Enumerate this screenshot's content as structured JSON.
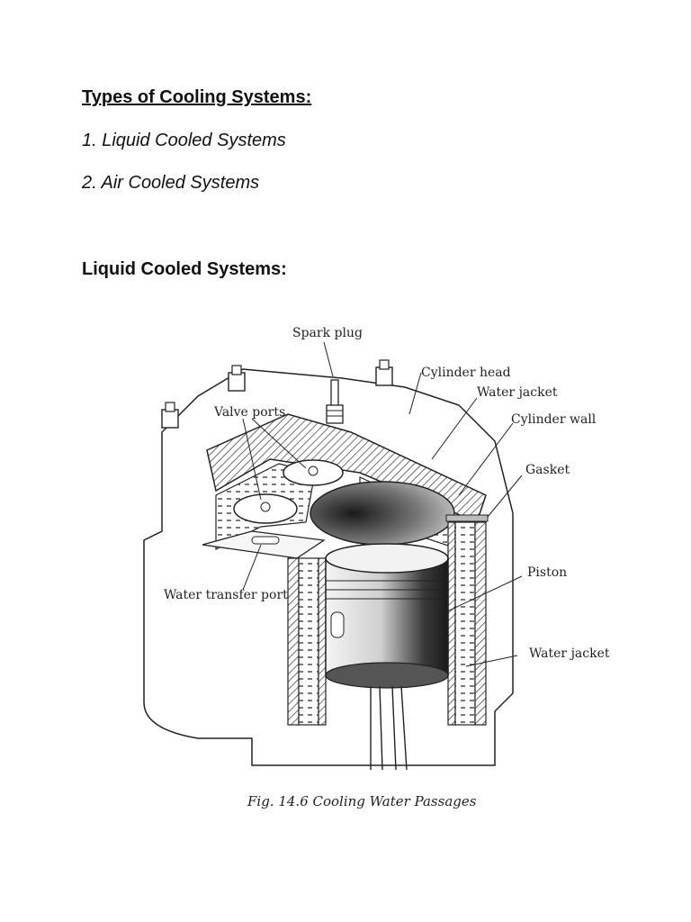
{
  "document": {
    "heading_types": "Types of Cooling Systems:",
    "list": [
      "1. Liquid Cooled Systems",
      "2. Air Cooled Systems"
    ],
    "heading_liquid": "Liquid Cooled Systems:"
  },
  "figure": {
    "labels": {
      "spark_plug": "Spark plug",
      "cylinder_head": "Cylinder head",
      "water_jacket_top": "Water jacket",
      "valve_ports": "Valve ports",
      "cylinder_wall": "Cylinder wall",
      "gasket": "Gasket",
      "piston": "Piston",
      "water_transfer_port": "Water transfer port",
      "water_jacket_bottom": "Water jacket"
    },
    "caption": "Fig. 14.6  Cooling Water Passages"
  }
}
